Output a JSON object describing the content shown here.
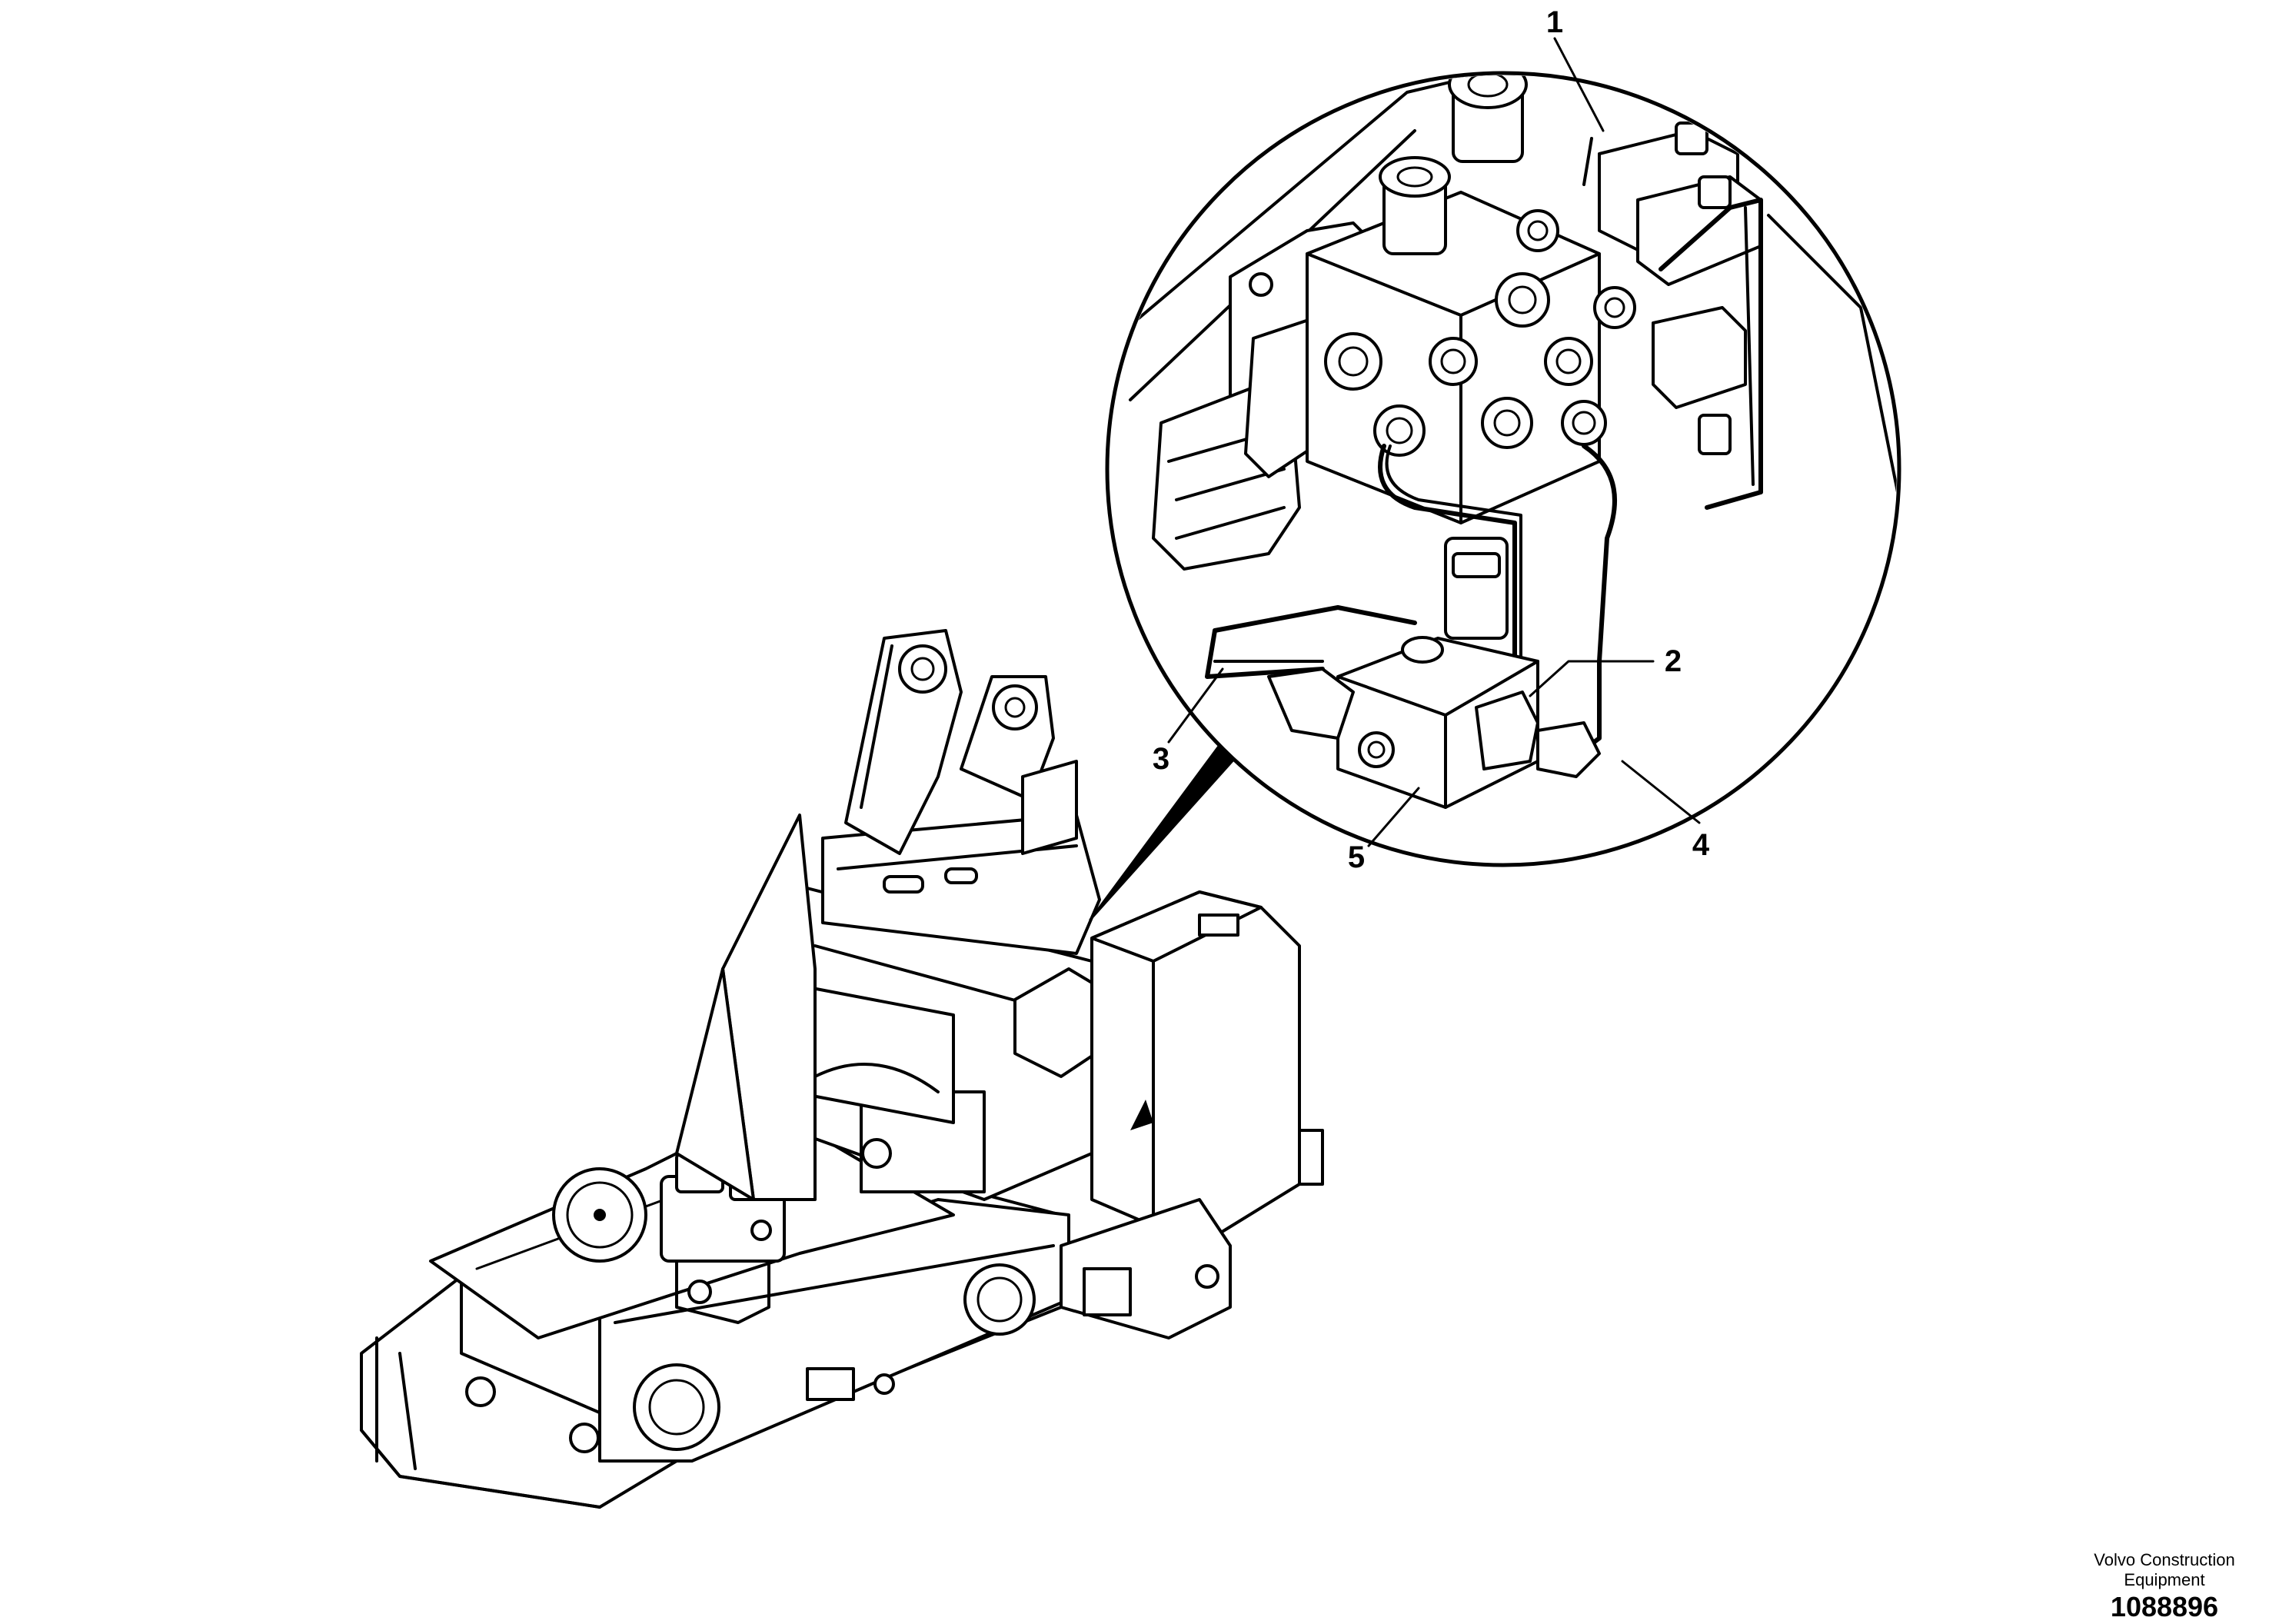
{
  "callouts": [
    {
      "num": "1"
    },
    {
      "num": "2"
    },
    {
      "num": "3"
    },
    {
      "num": "4"
    },
    {
      "num": "5"
    }
  ],
  "footer": {
    "brand_line1": "Volvo Construction",
    "brand_line2": "Equipment",
    "document_number": "1088896"
  }
}
